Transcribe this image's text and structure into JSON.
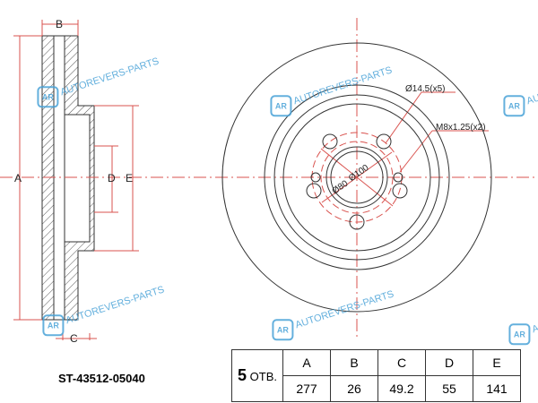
{
  "part_number": "ST-43512-05040",
  "watermark": "AUTOREVERS-PARTS",
  "watermark_logo": "AR",
  "annotations": {
    "hole_diameter": "Ø14.5(x5)",
    "thread": "M8x1.25(x2)",
    "pcd": "Ø100",
    "bore": "Ø80"
  },
  "dimension_labels": {
    "a": "A",
    "b": "B",
    "c": "C",
    "d": "D",
    "e": "E"
  },
  "spec_table": {
    "holes_count": "5",
    "holes_label": "ОТВ.",
    "headers": [
      "A",
      "B",
      "C",
      "D",
      "E"
    ],
    "values": [
      "277",
      "26",
      "49.2",
      "55",
      "141"
    ]
  },
  "colors": {
    "dimension": "#d9534f",
    "line": "#333333",
    "watermark": "#4aa3d8"
  }
}
